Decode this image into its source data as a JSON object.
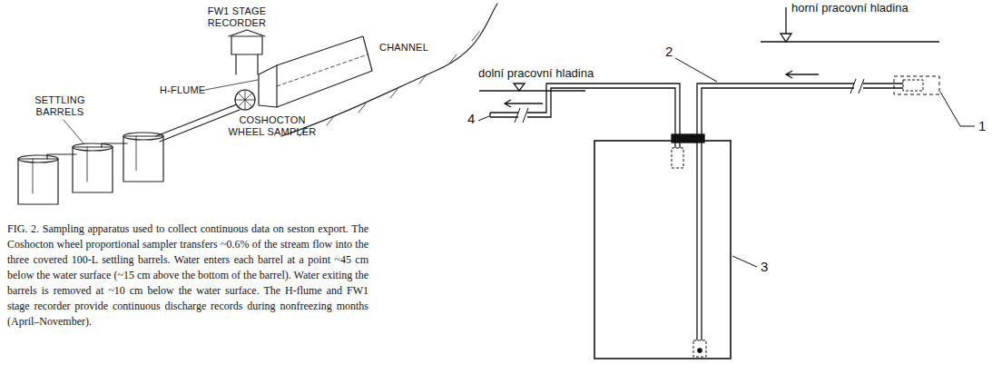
{
  "diagram": {
    "caption": "FIG. 2. Sampling apparatus used to collect continuous data on seston export. The Coshocton wheel proportional sampler transfers ~0.6% of the stream flow into the three covered 100-L settling barrels. Water enters each barrel at a point ~45 cm below the water surface (~15 cm above the bottom of the barrel). Water exiting the barrels is removed at ~10 cm below the water surface. The H-flume and FW1 stage recorder provide continuous discharge records during nonfreezing months (April–November).",
    "labels": [
      "FW1 STAGE RECORDER",
      "CHANNEL",
      "H-FLUME",
      "SETTLING BARRELS",
      "COSHOCTON WHEEL SAMPLER",
      "horní pracovní hladina",
      "dolní pracovní hladina",
      "1",
      "2",
      "3",
      "4"
    ]
  }
}
